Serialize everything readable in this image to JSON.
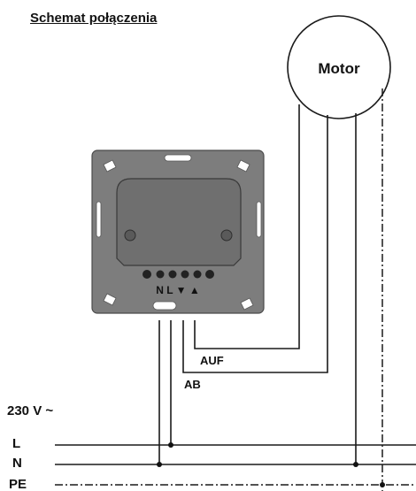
{
  "title": "Schemat połączenia",
  "motor": {
    "label": "Motor"
  },
  "device": {
    "terminal_labels": "N L ▼ ▲"
  },
  "wires": {
    "auf": "AUF",
    "ab": "AB"
  },
  "voltage": "230 V ~",
  "lines": {
    "l": "L",
    "n": "N",
    "pe": "PE"
  }
}
